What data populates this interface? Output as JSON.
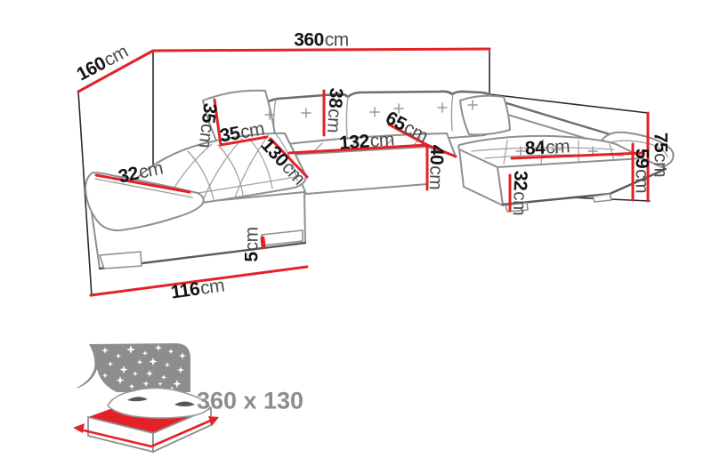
{
  "diagram_title": "corner-sofa-dimensions",
  "unit": "cm",
  "dimensions": {
    "back_width": {
      "value": "360",
      "unit": "cm"
    },
    "side_depth": {
      "value": "160",
      "unit": "cm"
    },
    "pillow_height": {
      "value": "35",
      "unit": "cm"
    },
    "pillow_width": {
      "value": "35",
      "unit": "cm"
    },
    "backrest_height": {
      "value": "38",
      "unit": "cm"
    },
    "seat_depth": {
      "value": "65",
      "unit": "cm"
    },
    "middle_seat_width": {
      "value": "132",
      "unit": "cm"
    },
    "left_chaise_length": {
      "value": "130",
      "unit": "cm"
    },
    "seat_height": {
      "value": "40",
      "unit": "cm"
    },
    "right_chaise_width": {
      "value": "84",
      "unit": "cm"
    },
    "left_armrest_width": {
      "value": "32",
      "unit": "cm"
    },
    "right_base_height": {
      "value": "32",
      "unit": "cm"
    },
    "right_back_height": {
      "value": "75",
      "unit": "cm"
    },
    "right_armrest_height": {
      "value": "59",
      "unit": "cm"
    },
    "left_chaise_depth": {
      "value": "116",
      "unit": "cm"
    },
    "leg_height": {
      "value": "5",
      "unit": "cm"
    }
  },
  "sleeping_function": {
    "size_label": "360 x 130"
  },
  "colors": {
    "dimension_red": "#e32227",
    "outline_gray": "#8f8f8f",
    "frame_black": "#2b2b2b",
    "icon_gray": "#8d8d8d"
  }
}
